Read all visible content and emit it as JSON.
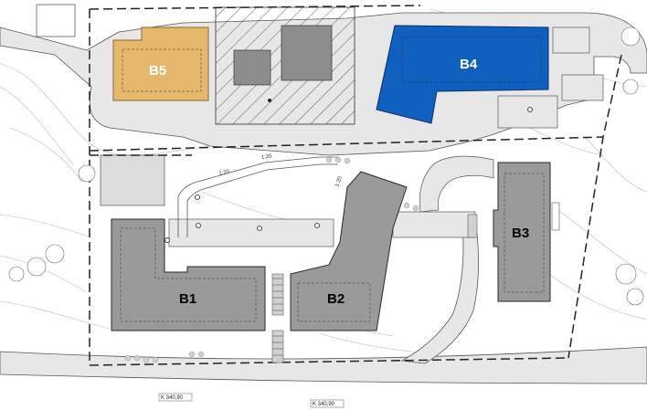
{
  "colors": {
    "building_gray": "#9a9a9a",
    "building_b5": "#e6b86e",
    "building_b4": "#1060c0",
    "road_gray": "#e7e7e7",
    "outline": "#2a2a2a"
  },
  "buildings": {
    "b1": "B1",
    "b2": "B2",
    "b3": "B3",
    "b4": "B4",
    "b5": "B5"
  },
  "elevations": {
    "road_1": "K 340,90",
    "road_2": "K 340,90"
  },
  "slope_labels": {
    "ramp_1": "1:20",
    "ramp_2": "1:20",
    "ramp_3": "1:20"
  }
}
